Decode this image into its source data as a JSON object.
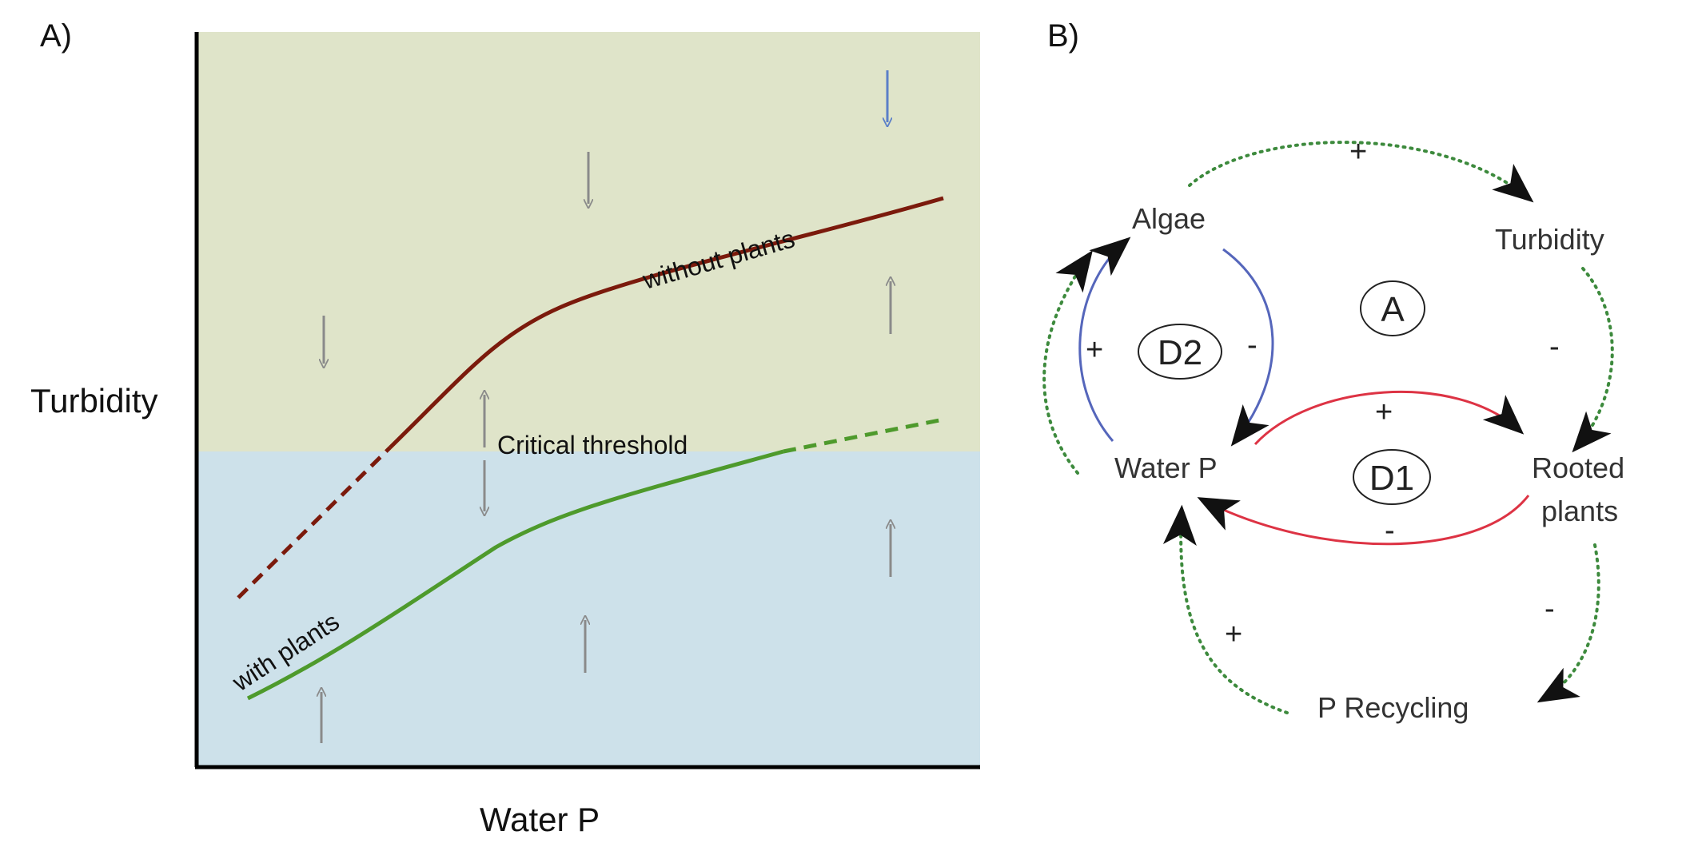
{
  "panel_a": {
    "label": "A)",
    "y_axis_title": "Turbidity",
    "x_axis_title": "Water P",
    "curve_upper_label": "without plants",
    "curve_lower_label": "with plants",
    "threshold_label": "Critical threshold",
    "colors": {
      "turbid_zone": "#dfe4c9",
      "clear_zone": "#cde1ea",
      "without_plants": "#7b1a0c",
      "with_plants": "#4e9a2c",
      "arrows": "#8a8a8a",
      "blue_arrow": "#5b7fc8"
    }
  },
  "panel_b": {
    "label": "B)",
    "nodes": {
      "algae": "Algae",
      "turbidity": "Turbidity",
      "water_p": "Water P",
      "rooted_line1": "Rooted",
      "rooted_line2": "plants",
      "p_recycling": "P Recycling"
    },
    "loops": {
      "a": "A",
      "d1": "D1",
      "d2": "D2"
    },
    "signs": {
      "algae_turbidity": "+",
      "turbidity_rooted": "-",
      "waterp_algae": "+",
      "algae_waterp": "-",
      "waterp_rooted": "+",
      "rooted_waterp": "-",
      "rooted_recycling": "-",
      "recycling_waterp": "+"
    },
    "colors": {
      "dotted": "#3d8a3d",
      "blue": "#5566bb",
      "red": "#dd3344",
      "arrowhead": "#111111"
    }
  }
}
